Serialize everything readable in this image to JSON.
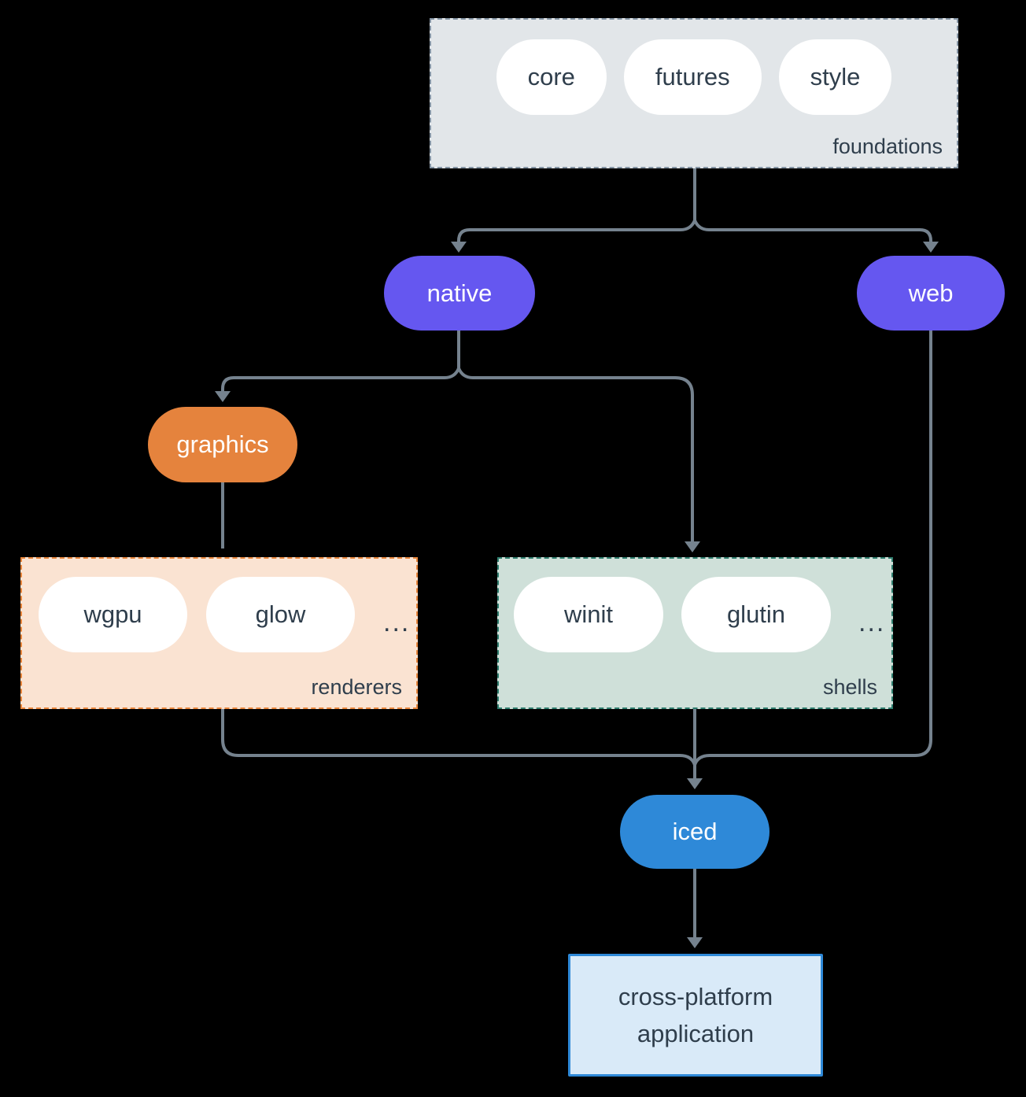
{
  "groups": {
    "foundations": {
      "label": "foundations",
      "pills": [
        "core",
        "futures",
        "style"
      ]
    },
    "renderers": {
      "label": "renderers",
      "pills": [
        "wgpu",
        "glow"
      ],
      "ellipsis": "..."
    },
    "shells": {
      "label": "shells",
      "pills": [
        "winit",
        "glutin"
      ],
      "ellipsis": "..."
    }
  },
  "nodes": {
    "native": {
      "label": "native"
    },
    "web": {
      "label": "web"
    },
    "graphics": {
      "label": "graphics"
    },
    "iced": {
      "label": "iced"
    },
    "application": {
      "label": "cross-platform application"
    }
  },
  "colors": {
    "accent_purple": "#6557F0",
    "accent_orange": "#E5833D",
    "accent_blue": "#2E89D8",
    "foundations_bg": "#E2E6E9",
    "foundations_border": "#8494A4",
    "renderers_bg": "#FAE3D2",
    "renderers_border": "#E8863C",
    "shells_bg": "#CFE0D9",
    "shells_border": "#2E7D6E",
    "application_bg": "#D9EAF8",
    "pill_bg": "#FFFFFF",
    "text_dark": "#2F3E4C",
    "text_light": "#FFFFFF",
    "connector": "#75828E",
    "background": "#000000"
  }
}
